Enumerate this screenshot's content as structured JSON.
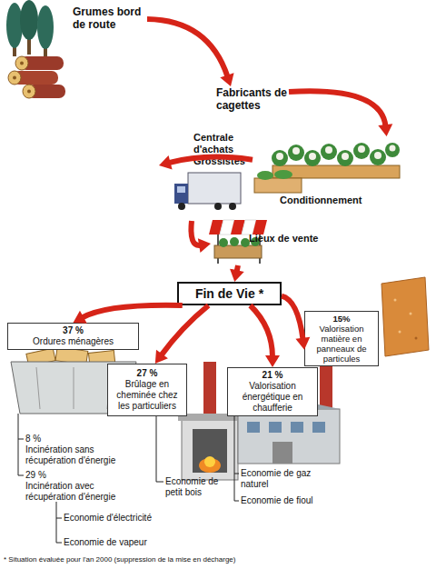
{
  "diagram": {
    "nodes": [
      {
        "text": [
          "Grumes bord de route"
        ]
      },
      {
        "text": [
          "Fabricants de cagettes"
        ]
      },
      {
        "text": [
          "Conditionnement"
        ]
      },
      {
        "text": [
          "Centrale d'achats Grossistes"
        ]
      },
      {
        "text": [
          "Lieux de vente"
        ]
      },
      {
        "text": [
          "Fin de Vie *"
        ]
      },
      {
        "text": [
          "37 %",
          "Ordures ménagères"
        ]
      },
      {
        "text": [
          "27 %",
          "Brûlage en cheminée chez les particuliers"
        ]
      },
      {
        "text": [
          "21 %",
          "Valorisation énergétique en chaufferie"
        ]
      },
      {
        "text": [
          "15%",
          "Valorisation matière en panneaux de particules"
        ]
      }
    ],
    "edges": [
      {
        "from": 0,
        "to": 1,
        "arrow": "to"
      },
      {
        "from": 1,
        "to": 2,
        "arrow": "to"
      },
      {
        "from": 2,
        "to": 3,
        "arrow": "to"
      },
      {
        "from": 3,
        "to": 4,
        "arrow": "to"
      },
      {
        "from": 4,
        "to": 5,
        "arrow": "to"
      },
      {
        "from": 5,
        "to": 6,
        "arrow": "to"
      },
      {
        "from": 5,
        "to": 7,
        "arrow": "to"
      },
      {
        "from": 5,
        "to": 8,
        "arrow": "to"
      },
      {
        "from": 5,
        "to": 9,
        "arrow": "to"
      }
    ],
    "labels": [
      "8 %",
      "Incinération sans récupération d'énergie",
      "29 %",
      "Incinération avec récupération d'énergie",
      "Economie d'électricité",
      "Economie de vapeur",
      "Economie de petit bois",
      "Economie de gaz naturel",
      "Economie de fioul",
      "* Situation évaluée pour l'an 2000 (suppression de la mise en décharge)"
    ]
  }
}
